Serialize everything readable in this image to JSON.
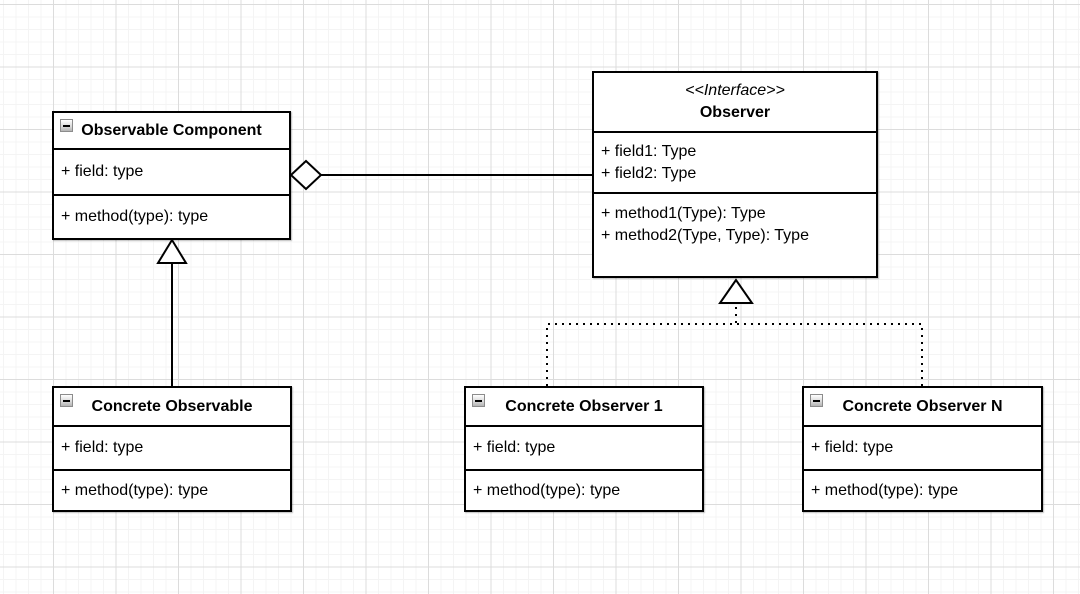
{
  "canvas": {
    "background_color": "#ffffff",
    "grid_minor_color": "#f4f4f4",
    "grid_major_color": "#dcdcdc",
    "shape_fill_color": "#ffffff",
    "shape_stroke_color": "#000000",
    "text_color": "#000000"
  },
  "classes": [
    {
      "id": "observable-component",
      "stereotype": "",
      "title": "Observable Component",
      "has_collapse_icon": true,
      "fields": [
        "+ field: type"
      ],
      "methods": [
        "+ method(type): type"
      ]
    },
    {
      "id": "observer",
      "stereotype": "<<Interface>>",
      "title": "Observer",
      "has_collapse_icon": false,
      "fields": [
        "+ field1: Type",
        "+ field2: Type"
      ],
      "methods": [
        "+ method1(Type): Type",
        "+ method2(Type, Type): Type"
      ]
    },
    {
      "id": "concrete-observable",
      "stereotype": "",
      "title": "Concrete Observable",
      "has_collapse_icon": true,
      "fields": [
        "+ field: type"
      ],
      "methods": [
        "+ method(type): type"
      ]
    },
    {
      "id": "concrete-observer-1",
      "stereotype": "",
      "title": "Concrete Observer 1",
      "has_collapse_icon": true,
      "fields": [
        "+ field: type"
      ],
      "methods": [
        "+ method(type): type"
      ]
    },
    {
      "id": "concrete-observer-n",
      "stereotype": "",
      "title": "Concrete Observer N",
      "has_collapse_icon": true,
      "fields": [
        "+ field: type"
      ],
      "methods": [
        "+ method(type): type"
      ]
    }
  ],
  "edges": [
    {
      "id": "aggregation",
      "type": "aggregation",
      "from": "observable-component",
      "to": "observer",
      "line_style": "solid",
      "marker": "hollow-diamond"
    },
    {
      "id": "generalization",
      "type": "generalization",
      "from": "concrete-observable",
      "to": "observable-component",
      "line_style": "solid",
      "marker": "hollow-triangle"
    },
    {
      "id": "realization-1",
      "type": "realization",
      "from": "concrete-observer-1",
      "to": "observer",
      "line_style": "dotted",
      "marker": "hollow-triangle"
    },
    {
      "id": "realization-n",
      "type": "realization",
      "from": "concrete-observer-n",
      "to": "observer",
      "line_style": "dotted",
      "marker": "hollow-triangle"
    }
  ]
}
